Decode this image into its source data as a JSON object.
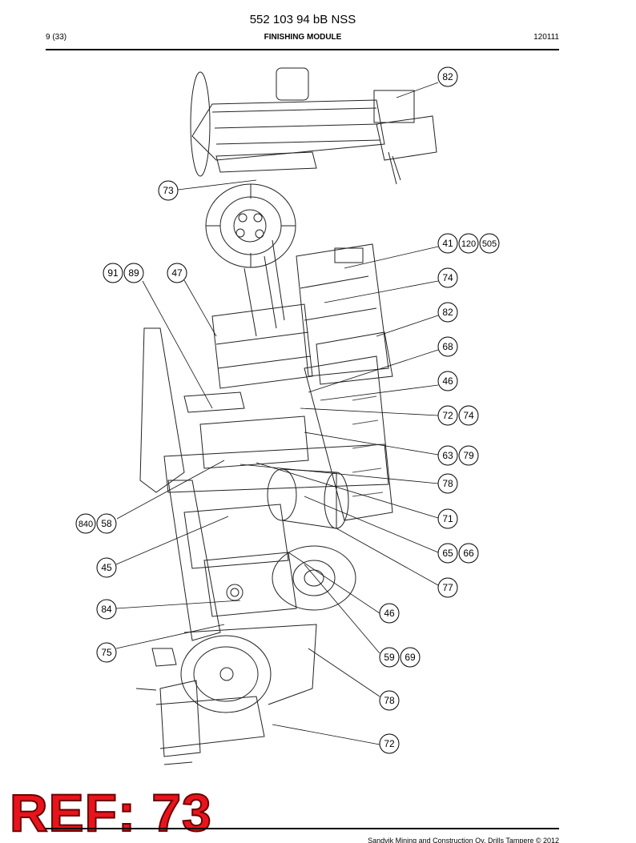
{
  "header": {
    "doc_number": "552 103 94 bB NSS",
    "page": "9 (33)",
    "section": "FINISHING MODULE",
    "code": "120111"
  },
  "callouts": [
    {
      "id": "c82a",
      "label": "82"
    },
    {
      "id": "c73",
      "label": "73"
    },
    {
      "id": "c41",
      "label": "41"
    },
    {
      "id": "c120",
      "label": "120"
    },
    {
      "id": "c505",
      "label": "505"
    },
    {
      "id": "c91",
      "label": "91"
    },
    {
      "id": "c89",
      "label": "89"
    },
    {
      "id": "c47",
      "label": "47"
    },
    {
      "id": "c74a",
      "label": "74"
    },
    {
      "id": "c82b",
      "label": "82"
    },
    {
      "id": "c68",
      "label": "68"
    },
    {
      "id": "c46a",
      "label": "46"
    },
    {
      "id": "c72a",
      "label": "72"
    },
    {
      "id": "c74b",
      "label": "74"
    },
    {
      "id": "c63",
      "label": "63"
    },
    {
      "id": "c79",
      "label": "79"
    },
    {
      "id": "c78a",
      "label": "78"
    },
    {
      "id": "c71",
      "label": "71"
    },
    {
      "id": "c840",
      "label": "840"
    },
    {
      "id": "c58",
      "label": "58"
    },
    {
      "id": "c65",
      "label": "65"
    },
    {
      "id": "c66",
      "label": "66"
    },
    {
      "id": "c45",
      "label": "45"
    },
    {
      "id": "c77",
      "label": "77"
    },
    {
      "id": "c84",
      "label": "84"
    },
    {
      "id": "c46b",
      "label": "46"
    },
    {
      "id": "c75",
      "label": "75"
    },
    {
      "id": "c59",
      "label": "59"
    },
    {
      "id": "c69",
      "label": "69"
    },
    {
      "id": "c78b",
      "label": "78"
    },
    {
      "id": "c72b",
      "label": "72"
    }
  ],
  "stamp": {
    "text": "REF: 73",
    "color": "#e8141c"
  },
  "footer": {
    "copyright": "Sandvik Mining and Construction Oy, Drills Tampere © 2012"
  }
}
